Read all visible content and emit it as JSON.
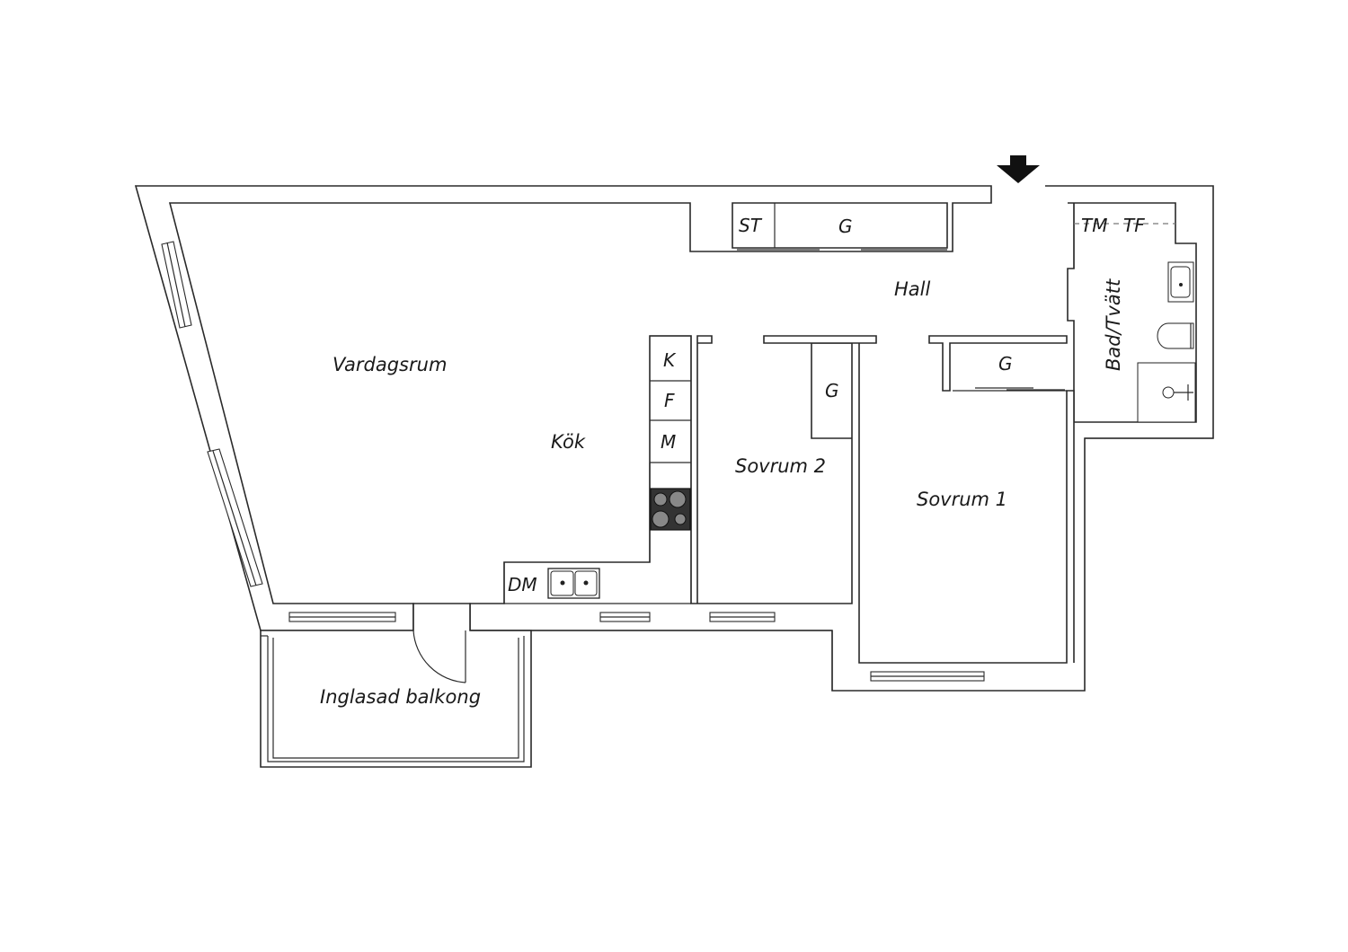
{
  "rooms": {
    "vardagsrum": "Vardagsrum",
    "kok": "Kök",
    "hall": "Hall",
    "bad": "Bad/Tvätt",
    "sovrum1": "Sovrum 1",
    "sovrum2": "Sovrum 2",
    "balkong": "Inglasad balkong"
  },
  "fixtures": {
    "st": "ST",
    "g_hall": "G",
    "g_sovrum2": "G",
    "g_sovrum1": "G",
    "tm": "TM",
    "tf": "TF",
    "k": "K",
    "f": "F",
    "m": "M",
    "dm": "DM"
  },
  "icons": {
    "entrance": "arrow-down-icon",
    "stove": "stove-icon",
    "sink": "sink-icon",
    "toilet": "toilet-icon",
    "shower": "shower-icon",
    "washbasin": "washbasin-icon"
  }
}
